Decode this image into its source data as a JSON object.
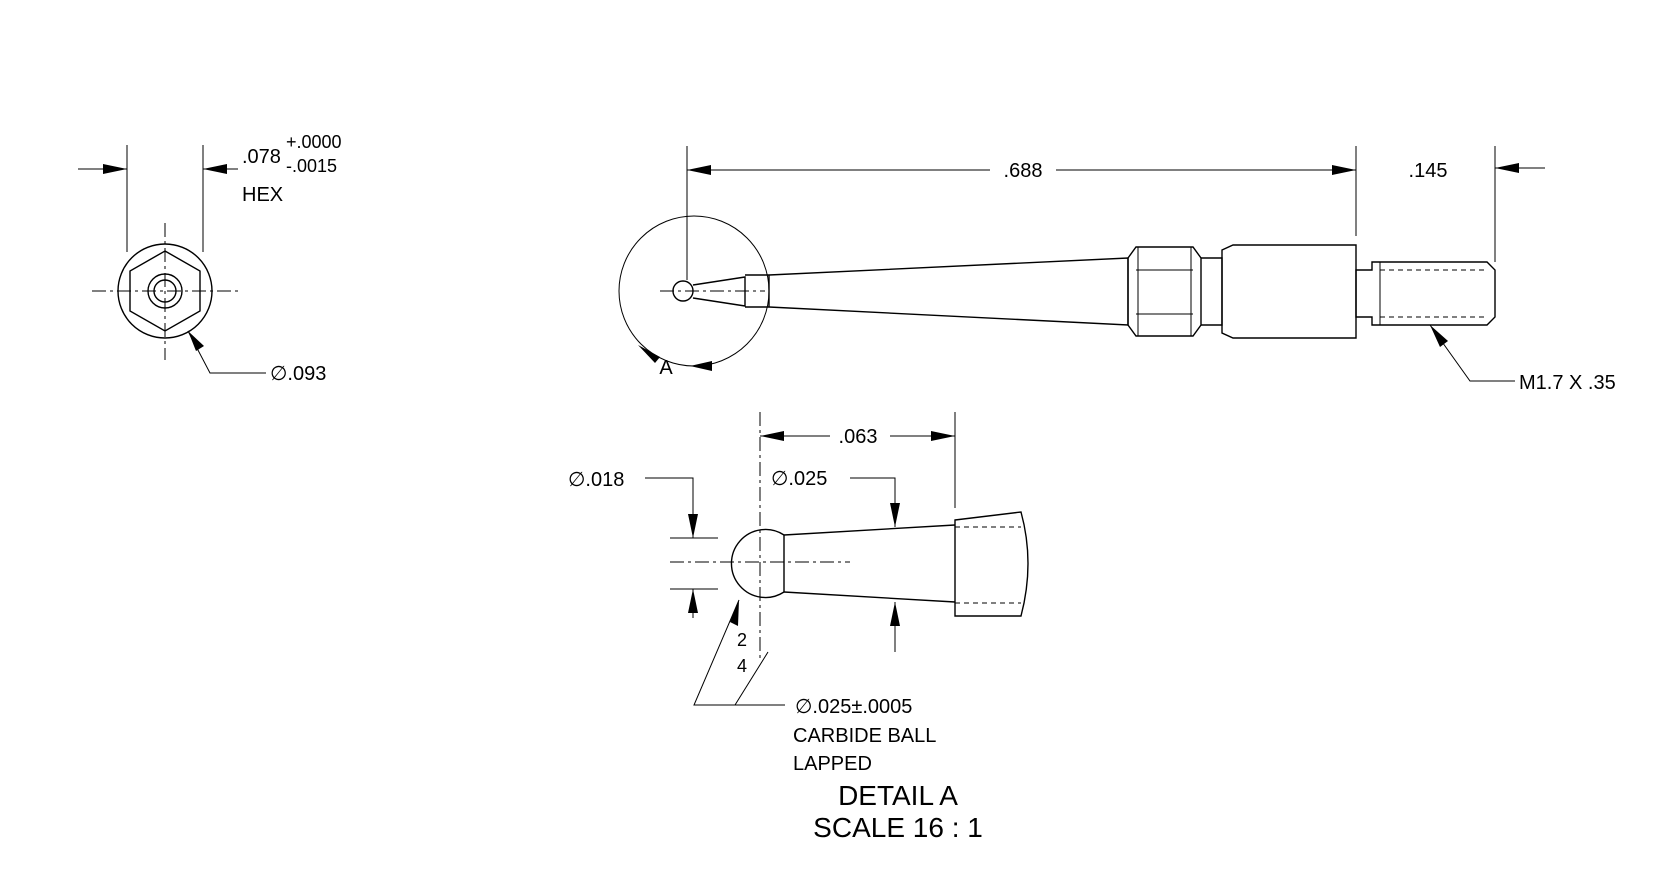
{
  "hex_view": {
    "hex_dim": ".078",
    "tol_plus": "+.0000",
    "tol_minus": "-.0015",
    "hex_label": "HEX",
    "bore_dim": "∅.093"
  },
  "side_view": {
    "length_dim": ".688",
    "thread_len_dim": ".145",
    "thread_callout": "M1.7 X .35",
    "detail_label": "A"
  },
  "detail_view": {
    "offset_dim": ".063",
    "stem_dia": "∅.018",
    "taper_dia": "∅.025",
    "surface_finish_top": "2",
    "surface_finish_bottom": "4",
    "ball_dia": "∅.025±.0005",
    "ball_material": "CARBIDE BALL",
    "ball_finish": "LAPPED",
    "title": "DETAIL A",
    "scale": "SCALE 16 : 1"
  }
}
